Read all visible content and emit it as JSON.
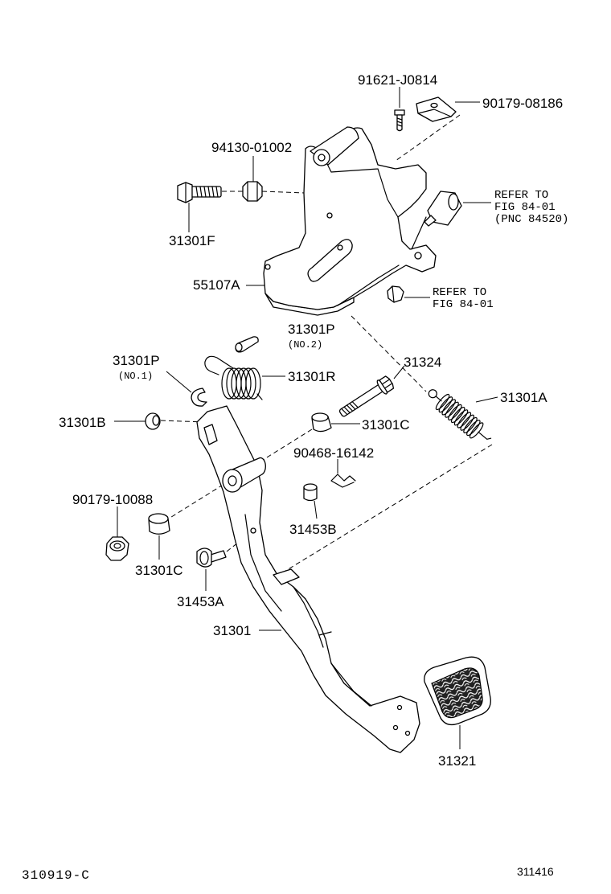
{
  "callouts": {
    "p91621_J0814": "91621-J0814",
    "p90179_08186": "90179-08186",
    "p94130_01002": "94130-01002",
    "p31301F": "31301F",
    "p55107A": "55107A",
    "p31301P_no2": "31301P",
    "p31301P_no1": "31301P",
    "p31301R": "31301R",
    "p31324": "31324",
    "p31301A": "31301A",
    "p31301B": "31301B",
    "p31301C_upper": "31301C",
    "p90468_16142": "90468-16142",
    "p90179_10088": "90179-10088",
    "p31453B": "31453B",
    "p31301C_lower": "31301C",
    "p31453A": "31453A",
    "p31301": "31301",
    "p31321": "31321"
  },
  "notes": {
    "no2": "(NO.2)",
    "no1": "(NO.1)",
    "refer_master_cylinder": [
      "REFER TO",
      "FIG 84-01",
      "(PNC 84520)"
    ],
    "refer_nut": [
      "REFER TO",
      "FIG 84-01"
    ]
  },
  "footer": {
    "figure_code": "310919-C",
    "image_number": "311416"
  }
}
